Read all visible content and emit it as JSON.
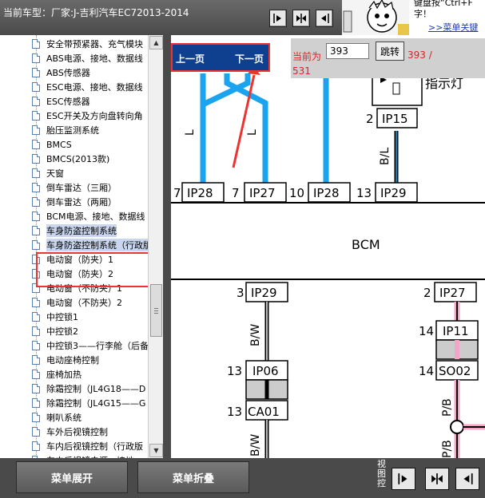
{
  "header": {
    "car_title": "当前车型：厂家:J-吉利汽车EC72013-2014",
    "hint_line1": "键盘按“Ctrl+F",
    "hint_line2": "字！",
    "hint_link": ">>菜单关键"
  },
  "tree": {
    "items": [
      {
        "label": "安全带预紧器、充气模块"
      },
      {
        "label": "ABS电源、接地、数据线"
      },
      {
        "label": "ABS传感器"
      },
      {
        "label": "ESC电源、接地、数据线"
      },
      {
        "label": "ESC传感器"
      },
      {
        "label": "ESC开关及方向盘转向角"
      },
      {
        "label": "胎压监测系统"
      },
      {
        "label": "BMCS"
      },
      {
        "label": "BMCS(2013款)"
      },
      {
        "label": "天窗"
      },
      {
        "label": "倒车雷达（三厢）"
      },
      {
        "label": "倒车雷达（两厢）"
      },
      {
        "label": "BCM电源、接地、数据线"
      },
      {
        "label": "车身防盗控制系统"
      },
      {
        "label": "车身防盗控制系统（行政版"
      },
      {
        "label": "电动窗（防夹）1"
      },
      {
        "label": "电动窗（防夹）2"
      },
      {
        "label": "电动窗（不防夹）1"
      },
      {
        "label": "电动窗（不防夹）2"
      },
      {
        "label": "中控锁1"
      },
      {
        "label": "中控锁2"
      },
      {
        "label": "中控锁3——行李舱（后备"
      },
      {
        "label": "电动座椅控制"
      },
      {
        "label": "座椅加热"
      },
      {
        "label": "除霜控制（JL4G18——D"
      },
      {
        "label": "除霜控制（JL4G15——G"
      },
      {
        "label": "喇叭系统"
      },
      {
        "label": "车外后视镜控制"
      },
      {
        "label": "车内后视镜控制（行政版"
      },
      {
        "label": "车内后视镜电源、接地"
      }
    ]
  },
  "pager": {
    "prev_label": "上一页",
    "next_label": "下一页",
    "current_label": "当前为",
    "page_value": "393",
    "go_label": "跳转",
    "total_a": "393 /",
    "total_b": "531"
  },
  "diagram": {
    "indicator_label": "指示灯",
    "wire_L1": "L",
    "wire_L2": "L",
    "wire_BL": "B/L",
    "wire_BW": "B/W",
    "wire_PB": "P/B",
    "wire_PB2": "P/B",
    "wire_BW2": "B/W",
    "module_label": "BCM",
    "pins": [
      {
        "num": "7",
        "name": "IP28"
      },
      {
        "num": "7",
        "name": "IP27"
      },
      {
        "num": "10",
        "name": "IP28"
      },
      {
        "num": "13",
        "name": "IP29"
      },
      {
        "num": "2",
        "name": "IP15"
      },
      {
        "num": "3",
        "name": "IP29"
      },
      {
        "num": "2",
        "name": "IP27"
      },
      {
        "num": "13",
        "name": "IP06"
      },
      {
        "num": "14",
        "name": "IP11"
      },
      {
        "num": "14",
        "name": "SO02"
      },
      {
        "num": "13",
        "name": "CA01"
      }
    ]
  },
  "footer": {
    "expand_label": "菜单展开",
    "collapse_label": "菜单折叠",
    "view_label": "视图控"
  }
}
